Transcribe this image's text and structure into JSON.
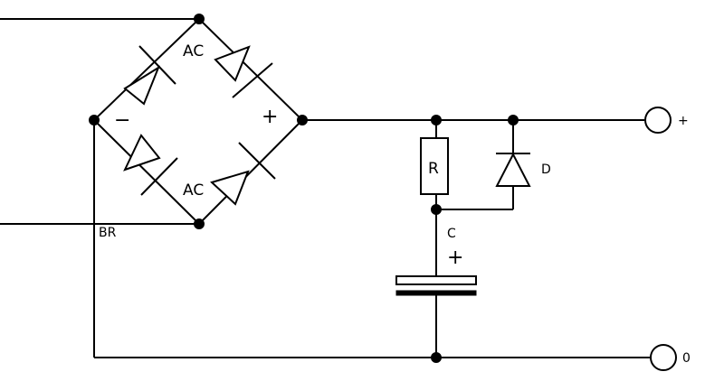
{
  "bridge": {
    "ac_top": "AC",
    "ac_bottom": "AC",
    "minus": "−",
    "plus": "+",
    "name": "BR"
  },
  "resistor": {
    "label": "R"
  },
  "diode": {
    "label": "D"
  },
  "capacitor": {
    "label": "C",
    "polarity": "+"
  },
  "terminals": {
    "positive": "+",
    "zero": "0"
  }
}
